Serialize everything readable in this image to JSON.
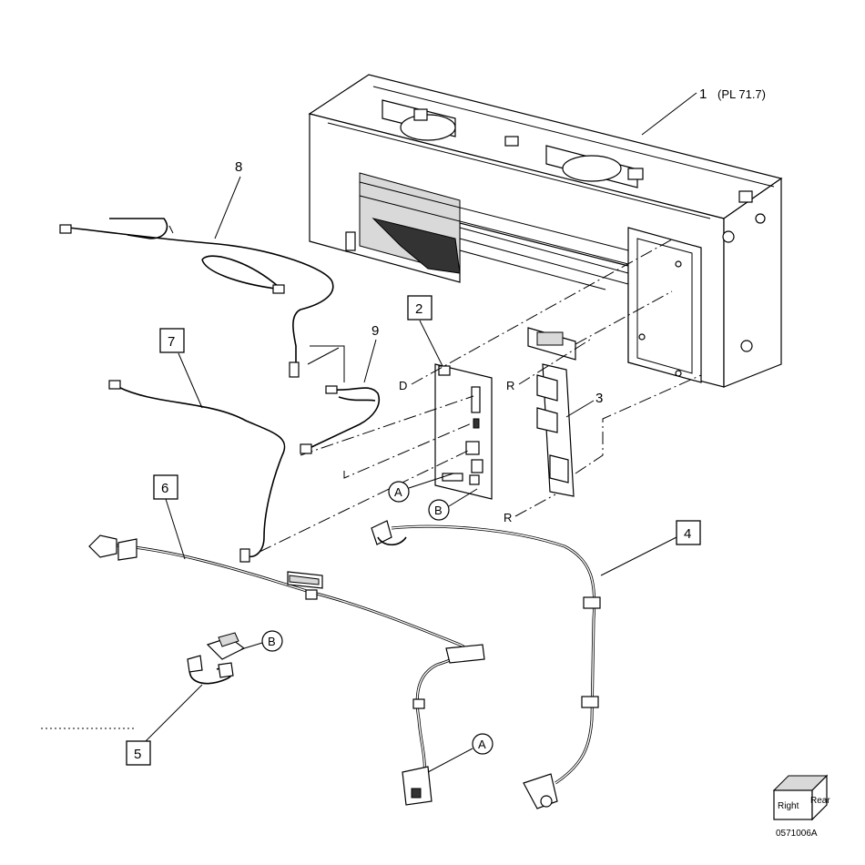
{
  "callouts": {
    "item1": "1",
    "item1_ref": "(PL 71.7)",
    "item2": "2",
    "item3": "3",
    "item4": "4",
    "item5": "5",
    "item6": "6",
    "item7": "7",
    "item8": "8",
    "item9": "9"
  },
  "connectors": {
    "a_upper": "A",
    "b_upper": "B",
    "b_lower": "B",
    "a_lower": "A"
  },
  "markers": {
    "d": "D",
    "r_upper": "R",
    "r_lower": "R"
  },
  "orientation": {
    "front_face": "Right",
    "side_face": "Rear"
  },
  "figure_code": "0571006A"
}
